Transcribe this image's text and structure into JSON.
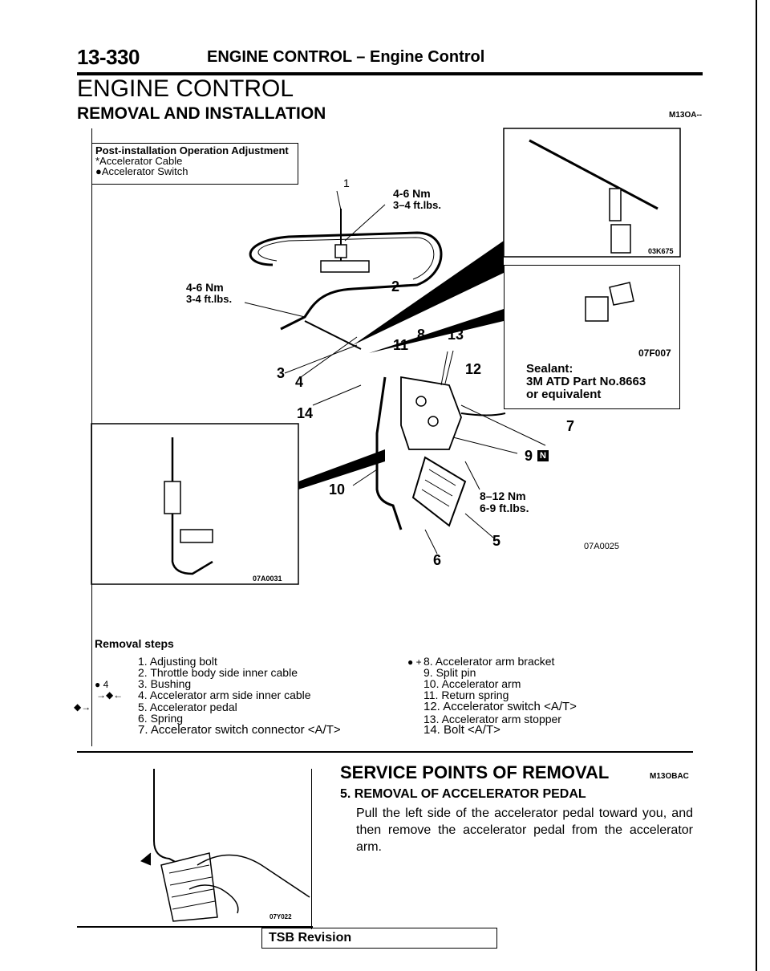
{
  "header": {
    "page_number": "13-330",
    "title": "ENGINE CONTROL – Engine Control"
  },
  "section_title": "ENGINE CONTROL",
  "subsection_title": "REMOVAL AND INSTALLATION",
  "ref_code_top": "M13OA--",
  "post_install_box": {
    "title": "Post-installation Operation Adjustment",
    "items": [
      "*Accelerator Cable",
      "●Accelerator Switch"
    ]
  },
  "diagram": {
    "labels": {
      "torque_top_nm": "4-6 Nm",
      "torque_top_ftlbs": "3–4 ft.lbs.",
      "torque_left_nm": "4-6 Nm",
      "torque_left_ftlbs": "3-4 ft.lbs.",
      "torque_pedal_nm": "8–12 Nm",
      "torque_pedal_ftlbs": "6-9 ft.lbs.",
      "n1": "1",
      "n2": "2",
      "n3": "3",
      "n4": "4",
      "n5": "5",
      "n6": "6",
      "n7": "7",
      "n8": "8",
      "n9": "9",
      "n9_badge": "N",
      "n10": "10",
      "n11": "11",
      "n12": "12",
      "n13": "13",
      "n14": "14"
    },
    "fig_codes": {
      "top_right": "03K675",
      "sealant": "07F007",
      "left": "07A0031",
      "main": "07A0025",
      "photo": "07Y022"
    },
    "sealant_note": [
      "Sealant:",
      "3M ATD Part No.8663",
      "or equivalent"
    ]
  },
  "removal_steps": {
    "title": "Removal steps",
    "left_column": [
      {
        "mark": "",
        "text": "1. Adjusting bolt"
      },
      {
        "mark": "",
        "text": "2. Throttle body side inner cable"
      },
      {
        "mark": "● 4",
        "text": "3. Bushing"
      },
      {
        "mark": "→◆←",
        "text": "4. Accelerator arm side inner cable"
      },
      {
        "mark": "◆→",
        "text": "5. Accelerator pedal"
      },
      {
        "mark": "",
        "text": "6. Spring"
      },
      {
        "mark": "",
        "text": "7. Accelerator switch connector <A/T>"
      }
    ],
    "right_column": [
      {
        "mark": "● +",
        "text": "8. Accelerator arm bracket"
      },
      {
        "mark": "",
        "text": "9. Split pin"
      },
      {
        "mark": "",
        "text": "10. Accelerator arm"
      },
      {
        "mark": "",
        "text": "11. Return spring"
      },
      {
        "mark": "",
        "text": "12. Accelerator switch <A/T>"
      },
      {
        "mark": "",
        "text": "13. Accelerator arm stopper"
      },
      {
        "mark": "",
        "text": "14. Bolt <A/T>"
      }
    ]
  },
  "service_points": {
    "title": "SERVICE POINTS OF REMOVAL",
    "code": "M13OBAC",
    "step_title": "5. REMOVAL OF ACCELERATOR PEDAL",
    "body": "Pull the left side of the accelerator pedal toward you, and then remove the accelerator pedal from the accelerator arm."
  },
  "footer": {
    "tsb": "TSB Revision"
  }
}
